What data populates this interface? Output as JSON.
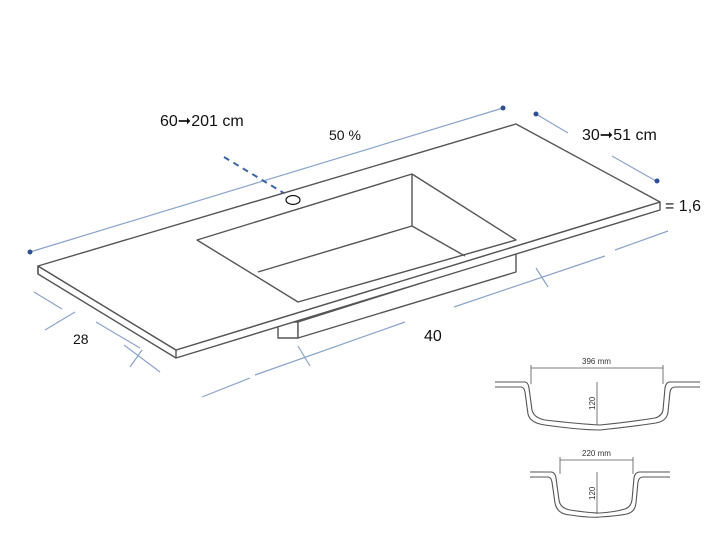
{
  "labels": {
    "length": "60➞201 cm",
    "position": "50 %",
    "depth": "30➞51 cm",
    "thickness": "= 1,6",
    "side_depth": "28",
    "bowl_length": "40"
  },
  "sections": [
    {
      "width": "396 mm",
      "height": "120"
    },
    {
      "width": "220 mm",
      "height": "120"
    }
  ],
  "colors": {
    "outline": "#555555",
    "dimension": "#6f8fbf",
    "dot": "#2e4f96"
  }
}
